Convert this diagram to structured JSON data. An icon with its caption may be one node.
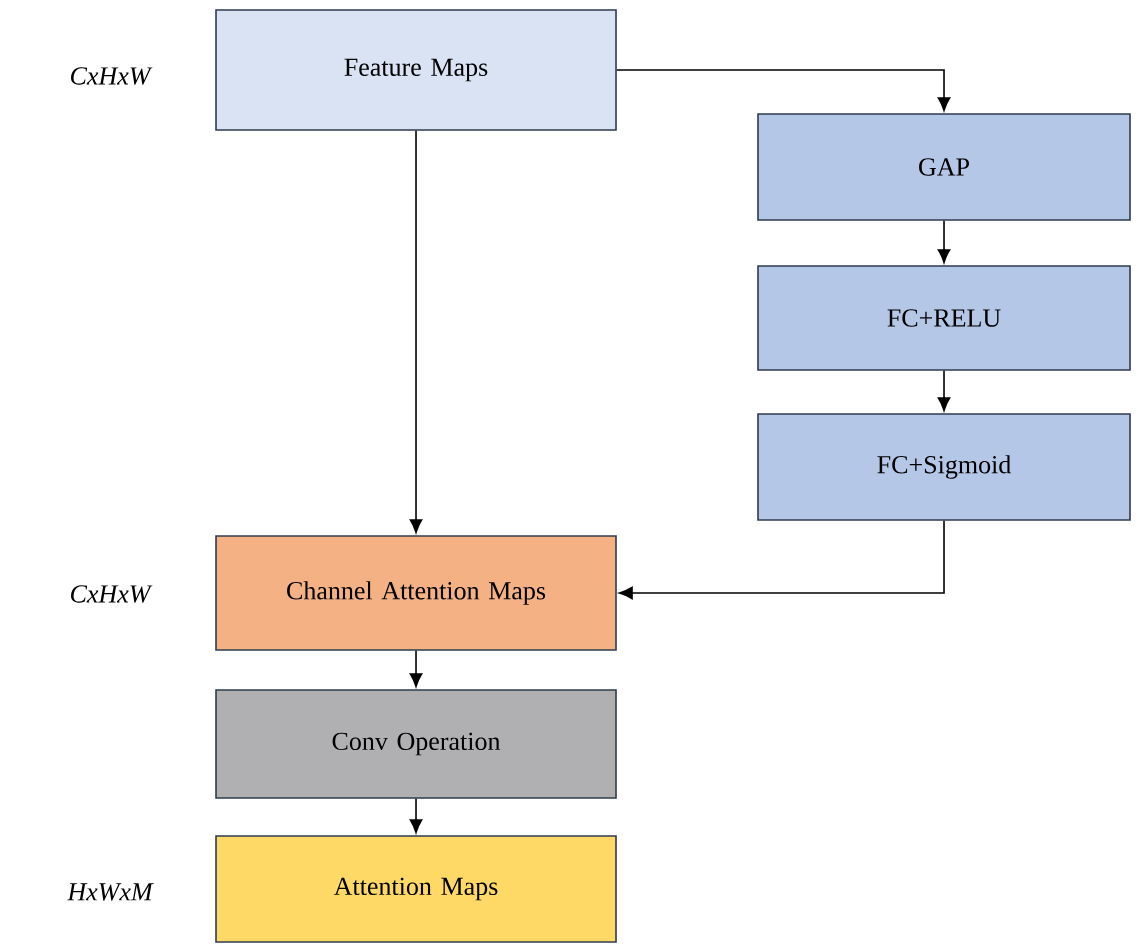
{
  "diagram": {
    "nodes": [
      {
        "text": [
          "Feature Maps"
        ]
      },
      {
        "text": [
          "GAP"
        ]
      },
      {
        "text": [
          "FC+RELU"
        ]
      },
      {
        "text": [
          "FC+Sigmoid"
        ]
      },
      {
        "text": [
          "Channel Attention Maps"
        ]
      },
      {
        "text": [
          "Conv Operation"
        ]
      },
      {
        "text": [
          "Attention Maps"
        ]
      }
    ],
    "edges": [
      {
        "from": 0,
        "to": 1,
        "arrow": "to"
      },
      {
        "from": 0,
        "to": 4,
        "arrow": "to"
      },
      {
        "from": 1,
        "to": 2,
        "arrow": "to"
      },
      {
        "from": 2,
        "to": 3,
        "arrow": "to"
      },
      {
        "from": 3,
        "to": 4,
        "arrow": "to"
      },
      {
        "from": 4,
        "to": 5,
        "arrow": "to"
      },
      {
        "from": 5,
        "to": 6,
        "arrow": "to"
      }
    ],
    "labels": [
      "CxHxW",
      "CxHxW",
      "HxWxM"
    ]
  }
}
